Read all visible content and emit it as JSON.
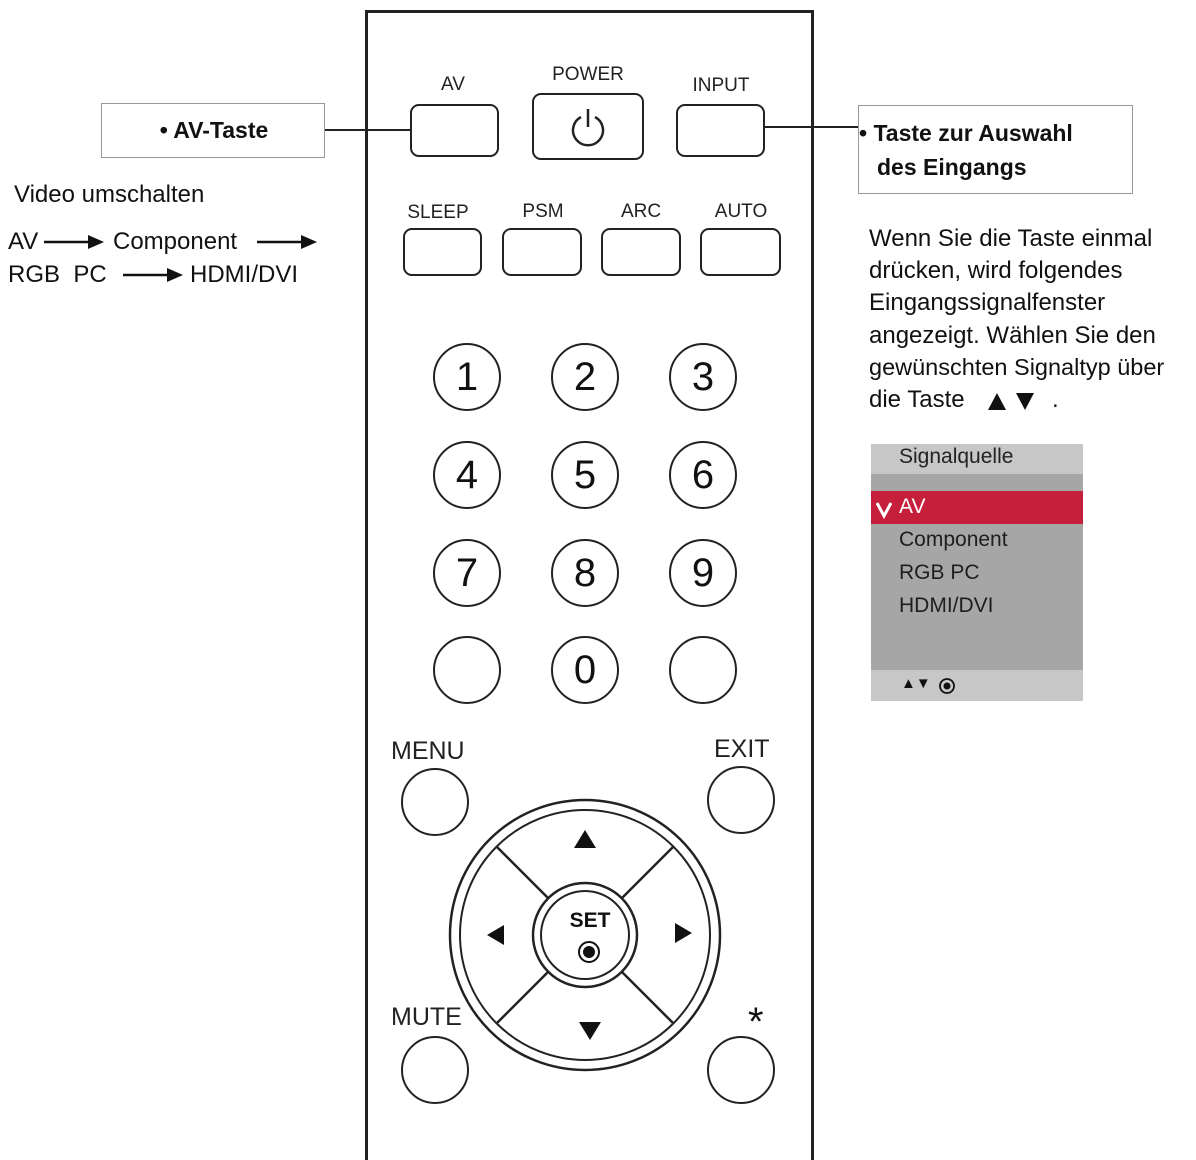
{
  "remote": {
    "top_buttons": {
      "av": "AV",
      "power": "POWER",
      "input": "INPUT"
    },
    "row2": [
      "SLEEP",
      "PSM",
      "ARC",
      "AUTO"
    ],
    "numbers": [
      "1",
      "2",
      "3",
      "4",
      "5",
      "6",
      "7",
      "8",
      "9",
      "0"
    ],
    "menu_label": "MENU",
    "exit_label": "EXIT",
    "mute_label": "MUTE",
    "star_label": "*",
    "set_label": "SET"
  },
  "left_callout": {
    "title": "• AV-Taste",
    "line1": "Video umschalten",
    "seq_av": "AV",
    "seq_component": "Component",
    "seq_rgb": "RGB  PC",
    "seq_hdmi": "HDMI/DVI"
  },
  "right_callout": {
    "title_line1": "• Taste zur Auswahl",
    "title_line2": "des Eingangs",
    "desc": [
      "Wenn Sie die Taste einmal",
      "drücken, wird folgendes",
      "Eingangssignalfenster",
      "angezeigt. Wählen Sie den",
      "gewünschten Signaltyp über"
    ],
    "desc_last": "die Taste",
    "desc_end": "."
  },
  "signal_menu": {
    "title": "Signalquelle",
    "items": [
      "AV",
      "Component",
      "RGB PC",
      "HDMI/DVI"
    ],
    "selected_index": 0,
    "footer": "▲▼"
  },
  "colors": {
    "selected": "#c51f3b",
    "menu_bg": "#a6a6a6",
    "menu_header": "#c7c7c7"
  }
}
